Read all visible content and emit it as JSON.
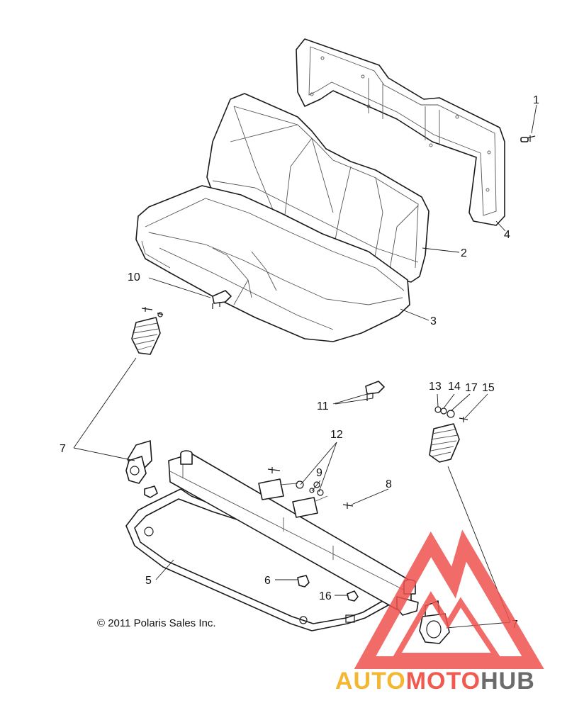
{
  "callouts": {
    "c1": "1",
    "c2": "2",
    "c3": "3",
    "c4": "4",
    "c5": "5",
    "c6": "6",
    "c7a": "7",
    "c7b": "7",
    "c8": "8",
    "c9": "9",
    "c10": "10",
    "c11": "11",
    "c12": "12",
    "c13": "13",
    "c14": "14",
    "c15": "15",
    "c16": "16",
    "c17": "17"
  },
  "copyright": "© 2011 Polaris Sales Inc.",
  "watermark": {
    "part1": "AUTO",
    "part2": "MOTO",
    "part3": "HUB",
    "colors": {
      "part1": "#f5b731",
      "part2": "#f05a4f",
      "part3": "#6b6b6b",
      "triangle": "#ef5350"
    }
  }
}
